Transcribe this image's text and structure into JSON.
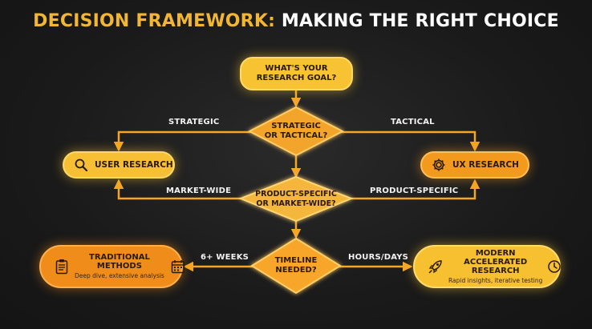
{
  "title": {
    "prefix": "DECISION FRAMEWORK:",
    "suffix": " MAKING THE RIGHT CHOICE"
  },
  "colors": {
    "background": "#1c1c1c",
    "accent_gold": "#f2b632",
    "yellow_node": "#f7c332",
    "orange_node": "#f08d1a",
    "connector": "#f5a623"
  },
  "start": {
    "line1": "WHAT'S YOUR",
    "line2": "RESEARCH GOAL?"
  },
  "decisions": {
    "scope": {
      "line1": "STRATEGIC",
      "line2": "OR TACTICAL?"
    },
    "market": {
      "line1": "PRODUCT-SPECIFIC",
      "line2": "OR MARKET-WIDE?"
    },
    "timeline": {
      "line1": "TIMELINE",
      "line2": "NEEDED?"
    }
  },
  "edges": {
    "strategic": "STRATEGIC",
    "tactical": "TACTICAL",
    "market_wide": "MARKET-WIDE",
    "product_specific": "PRODUCT-SPECIFIC",
    "six_weeks": "6+ WEEKS",
    "hours_days": "HOURS/DAYS"
  },
  "outcomes": {
    "user_research": {
      "label": "USER RESEARCH",
      "icon": "magnifier-icon"
    },
    "ux_research": {
      "label": "UX RESEARCH",
      "icon": "gear-icon"
    },
    "traditional": {
      "line1": "TRADITIONAL",
      "line2": "METHODS",
      "sub": "Deep dive, extensive analysis",
      "icons": [
        "clipboard-icon",
        "calendar-icon"
      ]
    },
    "modern": {
      "line1": "MODERN ACCELERATED",
      "line2": "RESEARCH",
      "sub": "Rapid insights, iterative testing",
      "icons": [
        "rocket-icon",
        "clock-icon"
      ]
    }
  }
}
